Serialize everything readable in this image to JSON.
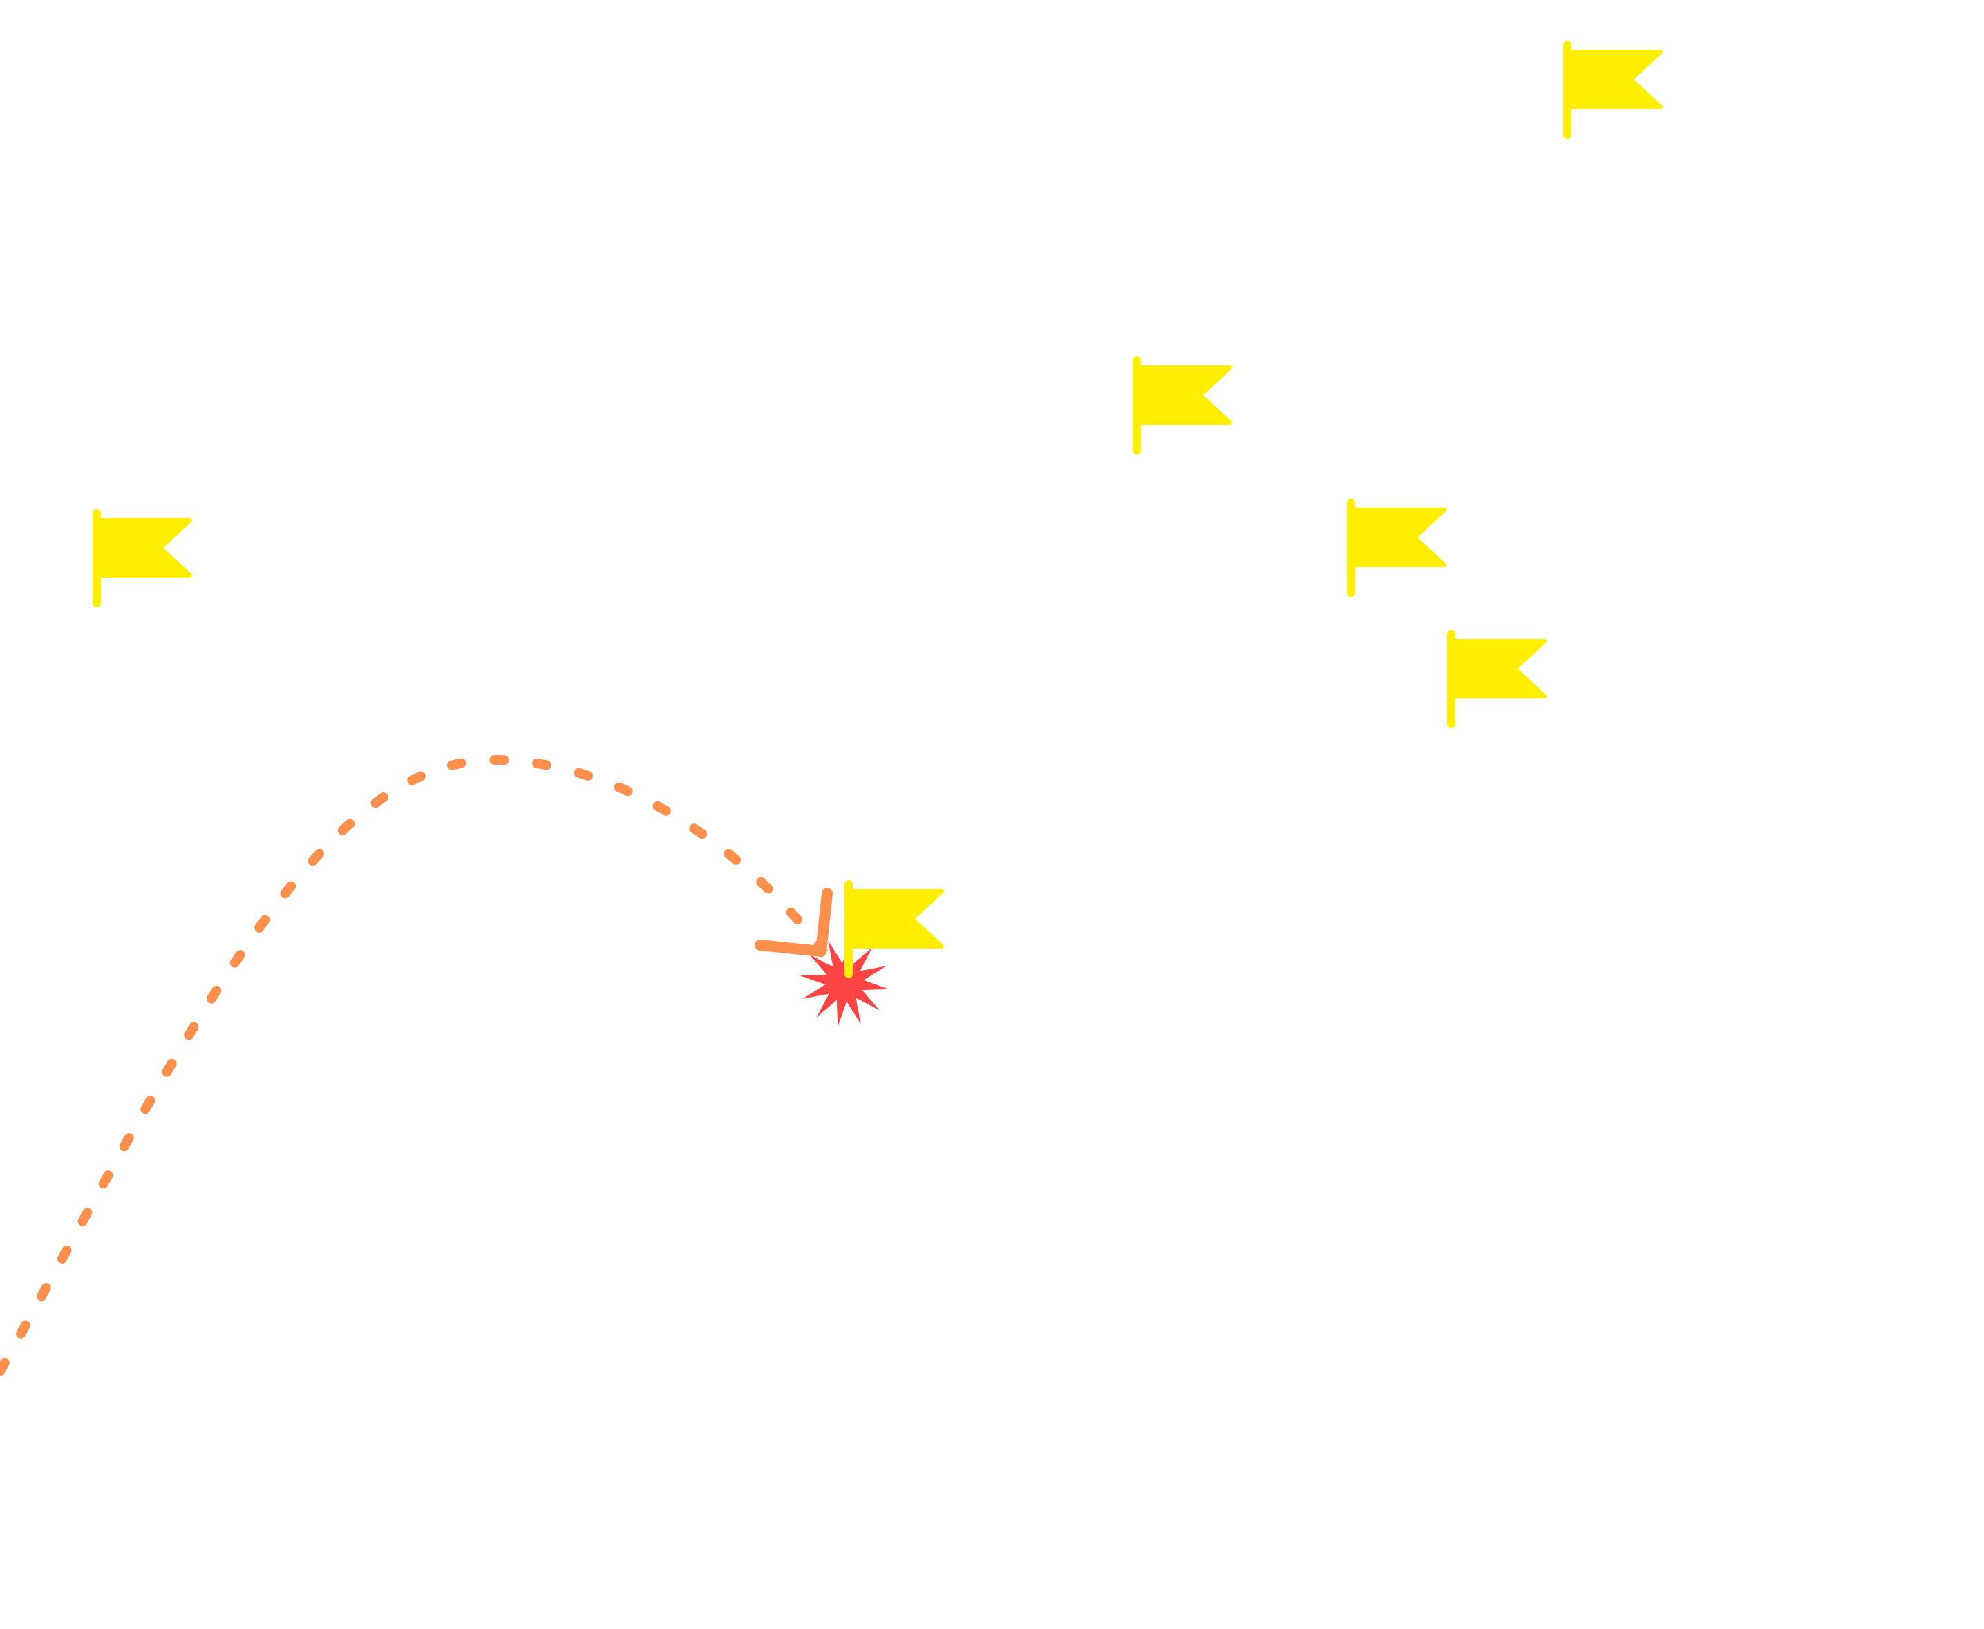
{
  "colors": {
    "background": "#ffffff",
    "flag": "#ffee00",
    "path": "#ff8f4d",
    "burst": "#ff4444"
  },
  "icons": {
    "flag": "flag-icon",
    "burst": "burst-icon",
    "arrowhead": "arrowhead-icon"
  },
  "flags": [
    {
      "id": "flag-1"
    },
    {
      "id": "flag-2"
    },
    {
      "id": "flag-3"
    },
    {
      "id": "flag-4"
    },
    {
      "id": "flag-5"
    },
    {
      "id": "flag-6"
    }
  ],
  "path": {
    "style": "dashed",
    "ends_with": "arrowhead"
  },
  "burst": {
    "count": 1
  }
}
